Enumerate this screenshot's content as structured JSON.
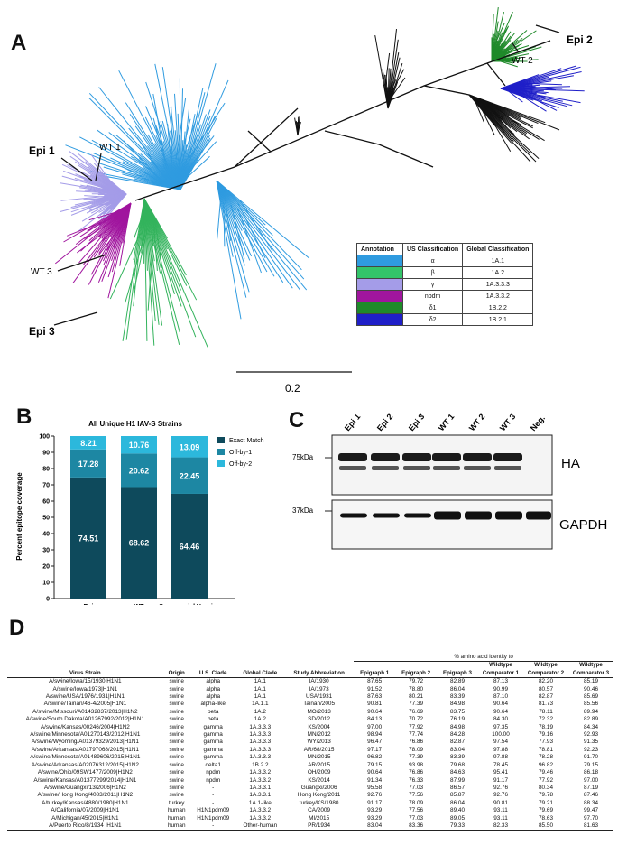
{
  "panels": {
    "a": "A",
    "b": "B",
    "c": "C",
    "d": "D"
  },
  "tree": {
    "labels": {
      "epi1": "Epi 1",
      "wt1": "WT 1",
      "epi2": "Epi 2",
      "wt2": "WT 2",
      "epi3": "Epi 3",
      "wt3": "WT 3"
    },
    "scale_label": "0.2",
    "colors": {
      "alpha": "#2f9be0",
      "beta": "#33b35c",
      "gamma": "#a49ce8",
      "npdm": "#a0159e",
      "delta1": "#1f8a2a",
      "delta2": "#1f1fc8",
      "other": "#111111"
    }
  },
  "legend": {
    "headers": [
      "Annotation",
      "US Classification",
      "Global Classification"
    ],
    "rows": [
      {
        "color": "#2f9be0",
        "us": "α",
        "global": "1A.1"
      },
      {
        "color": "#33c46a",
        "us": "β",
        "global": "1A.2"
      },
      {
        "color": "#a49ce8",
        "us": "γ",
        "global": "1A.3.3.3"
      },
      {
        "color": "#a0159e",
        "us": "npdm",
        "global": "1A.3.3.2"
      },
      {
        "color": "#1f8a2a",
        "us": "δ1",
        "global": "1B.2.2"
      },
      {
        "color": "#1f1fc8",
        "us": "δ2",
        "global": "1B.2.1"
      }
    ]
  },
  "chart_data": {
    "type": "bar",
    "title": "All Unique H1 IAV-S Strains",
    "ylabel": "Percent epitope coverage",
    "categories": [
      "Epi",
      "WT",
      "Commercial Vaccine"
    ],
    "ylim": [
      0,
      100
    ],
    "yticks": [
      0,
      10,
      20,
      30,
      40,
      50,
      60,
      70,
      80,
      90,
      100
    ],
    "stacked": true,
    "legend_position": "right",
    "series": [
      {
        "name": "Exact Match",
        "color": "#0e4a5c",
        "values": [
          74.51,
          68.62,
          64.46
        ]
      },
      {
        "name": "Off-by-1",
        "color": "#1d87a3",
        "values": [
          17.28,
          20.62,
          22.45
        ]
      },
      {
        "name": "Off-by-2",
        "color": "#2cb8dc",
        "values": [
          8.21,
          10.76,
          13.09
        ]
      }
    ]
  },
  "blot": {
    "lanes": [
      "Epi 1",
      "Epi 2",
      "Epi 3",
      "WT 1",
      "WT 2",
      "WT 3",
      "Neg."
    ],
    "markers": [
      "75kDa",
      "37kDa"
    ],
    "labels": [
      "HA",
      "GAPDH"
    ]
  },
  "table": {
    "group_header": "% amino acid identity to",
    "headers": [
      "Virus Strain",
      "Origin",
      "U.S. Clade",
      "Global Clade",
      "Study Abbreviation",
      "Epigraph 1",
      "Epigraph 2",
      "Epigraph 3",
      "Wildtype Comparator 1",
      "Wildtype Comparator 2",
      "Wildtype Comparator 3"
    ],
    "rows": [
      [
        "A/swine/Iowa/15/1930|H1N1",
        "swine",
        "alpha",
        "1A.1",
        "IA/1930",
        "87.65",
        "79.72",
        "82.89",
        "87.13",
        "82.20",
        "85.19"
      ],
      [
        "A/swine/Iowa/1973|H1N1",
        "swine",
        "alpha",
        "1A.1",
        "IA/1973",
        "91.52",
        "78.80",
        "86.04",
        "90.99",
        "80.57",
        "90.46"
      ],
      [
        "A/swine/USA/1976/1931|H1N1",
        "swine",
        "alpha",
        "1A.1",
        "USA/1931",
        "87.63",
        "80.21",
        "83.39",
        "87.10",
        "82.87",
        "85.69"
      ],
      [
        "A/swine/Tainan/46-4/2005|H1N1",
        "swine",
        "alpha-like",
        "1A.1.1",
        "Tainan/2005",
        "90.81",
        "77.39",
        "84.98",
        "90.64",
        "81.73",
        "85.56"
      ],
      [
        "A/swine/Missouri/A01432837/2013|H1N2",
        "swine",
        "beta",
        "1A.2",
        "MO/2013",
        "90.64",
        "76.69",
        "83.75",
        "90.64",
        "78.11",
        "89.94"
      ],
      [
        "A/swine/South Dakota/A01267992/2012|H1N1",
        "swine",
        "beta",
        "1A.2",
        "SD/2012",
        "84.13",
        "70.72",
        "76.19",
        "84.30",
        "72.32",
        "82.89"
      ],
      [
        "A/swine/Kansas/00246/2004|H1N2",
        "swine",
        "gamma",
        "1A.3.3.3",
        "KS/2004",
        "97.00",
        "77.92",
        "84.98",
        "97.35",
        "78.19",
        "84.34"
      ],
      [
        "A/swine/Minnesota/A01270143/2012|H1N1",
        "swine",
        "gamma",
        "1A.3.3.3",
        "MN/2012",
        "98.94",
        "77.74",
        "84.28",
        "100.00",
        "79.16",
        "92.93"
      ],
      [
        "A/swine/Wyoming/A01379329/2013|H1N1",
        "swine",
        "gamma",
        "1A.3.3.3",
        "WY/2013",
        "96.47",
        "76.86",
        "82.87",
        "97.54",
        "77.93",
        "91.35"
      ],
      [
        "A/swine/Arkansas/A01797068/2015|H1N1",
        "swine",
        "gamma",
        "1A.3.3.3",
        "AR/68/2015",
        "97.17",
        "78.09",
        "83.04",
        "97.88",
        "78.81",
        "92.23"
      ],
      [
        "A/swine/Minnesota/A01489606/2015|H1N1",
        "swine",
        "gamma",
        "1A.3.3.3",
        "MN/2015",
        "96.82",
        "77.39",
        "83.39",
        "97.88",
        "78.28",
        "91.70"
      ],
      [
        "A/swine/Arkansas/A02076312/2015|H1N2",
        "swine",
        "delta1",
        "1B.2.2",
        "AR/2015",
        "79.15",
        "93.98",
        "79.68",
        "78.45",
        "96.82",
        "79.15"
      ],
      [
        "A/swine/Ohio/09SW1477/2009|H1N2",
        "swine",
        "npdm",
        "1A.3.3.2",
        "OH/2009",
        "90.64",
        "76.86",
        "84.63",
        "95.41",
        "79.46",
        "86.18"
      ],
      [
        "A/swine/Kansas/A01377299/2014|H1N1",
        "swine",
        "npdm",
        "1A.3.3.2",
        "KS/2014",
        "91.34",
        "76.33",
        "87.99",
        "91.17",
        "77.92",
        "97.00"
      ],
      [
        "A/swine/Guangxi/13/2006|H1N2",
        "swine",
        "-",
        "1A.3.3.1",
        "Guangxi/2006",
        "95.58",
        "77.03",
        "86.57",
        "92.76",
        "80.34",
        "87.19"
      ],
      [
        "A/swine/Hong Kong/4083/2011|H1N2",
        "swine",
        "-",
        "1A.3.3.1",
        "Hong Kong/2011",
        "92.76",
        "77.56",
        "85.87",
        "92.76",
        "79.78",
        "87.46"
      ],
      [
        "A/turkey/Kansas/4880/1980|H1N1",
        "turkey",
        "-",
        "1A.1-like",
        "turkey/KS/1980",
        "91.17",
        "78.09",
        "86.04",
        "90.81",
        "79.21",
        "88.34"
      ],
      [
        "A/California/07/2009|H1N1",
        "human",
        "H1N1pdm09",
        "1A.3.3.2",
        "CA/2009",
        "93.29",
        "77.56",
        "89.40",
        "93.11",
        "79.69",
        "99.47"
      ],
      [
        "A/Michigan/45/2015|H1N1",
        "human",
        "H1N1pdm09",
        "1A.3.3.2",
        "MI/2015",
        "93.29",
        "77.03",
        "89.05",
        "93.11",
        "78.63",
        "97.70"
      ],
      [
        "A/Puerto Rico/8/1934 |H1N1",
        "human",
        "-",
        "Other-human",
        "PR/1934",
        "83.04",
        "83.36",
        "79.33",
        "82.33",
        "85.50",
        "81.63"
      ]
    ]
  }
}
